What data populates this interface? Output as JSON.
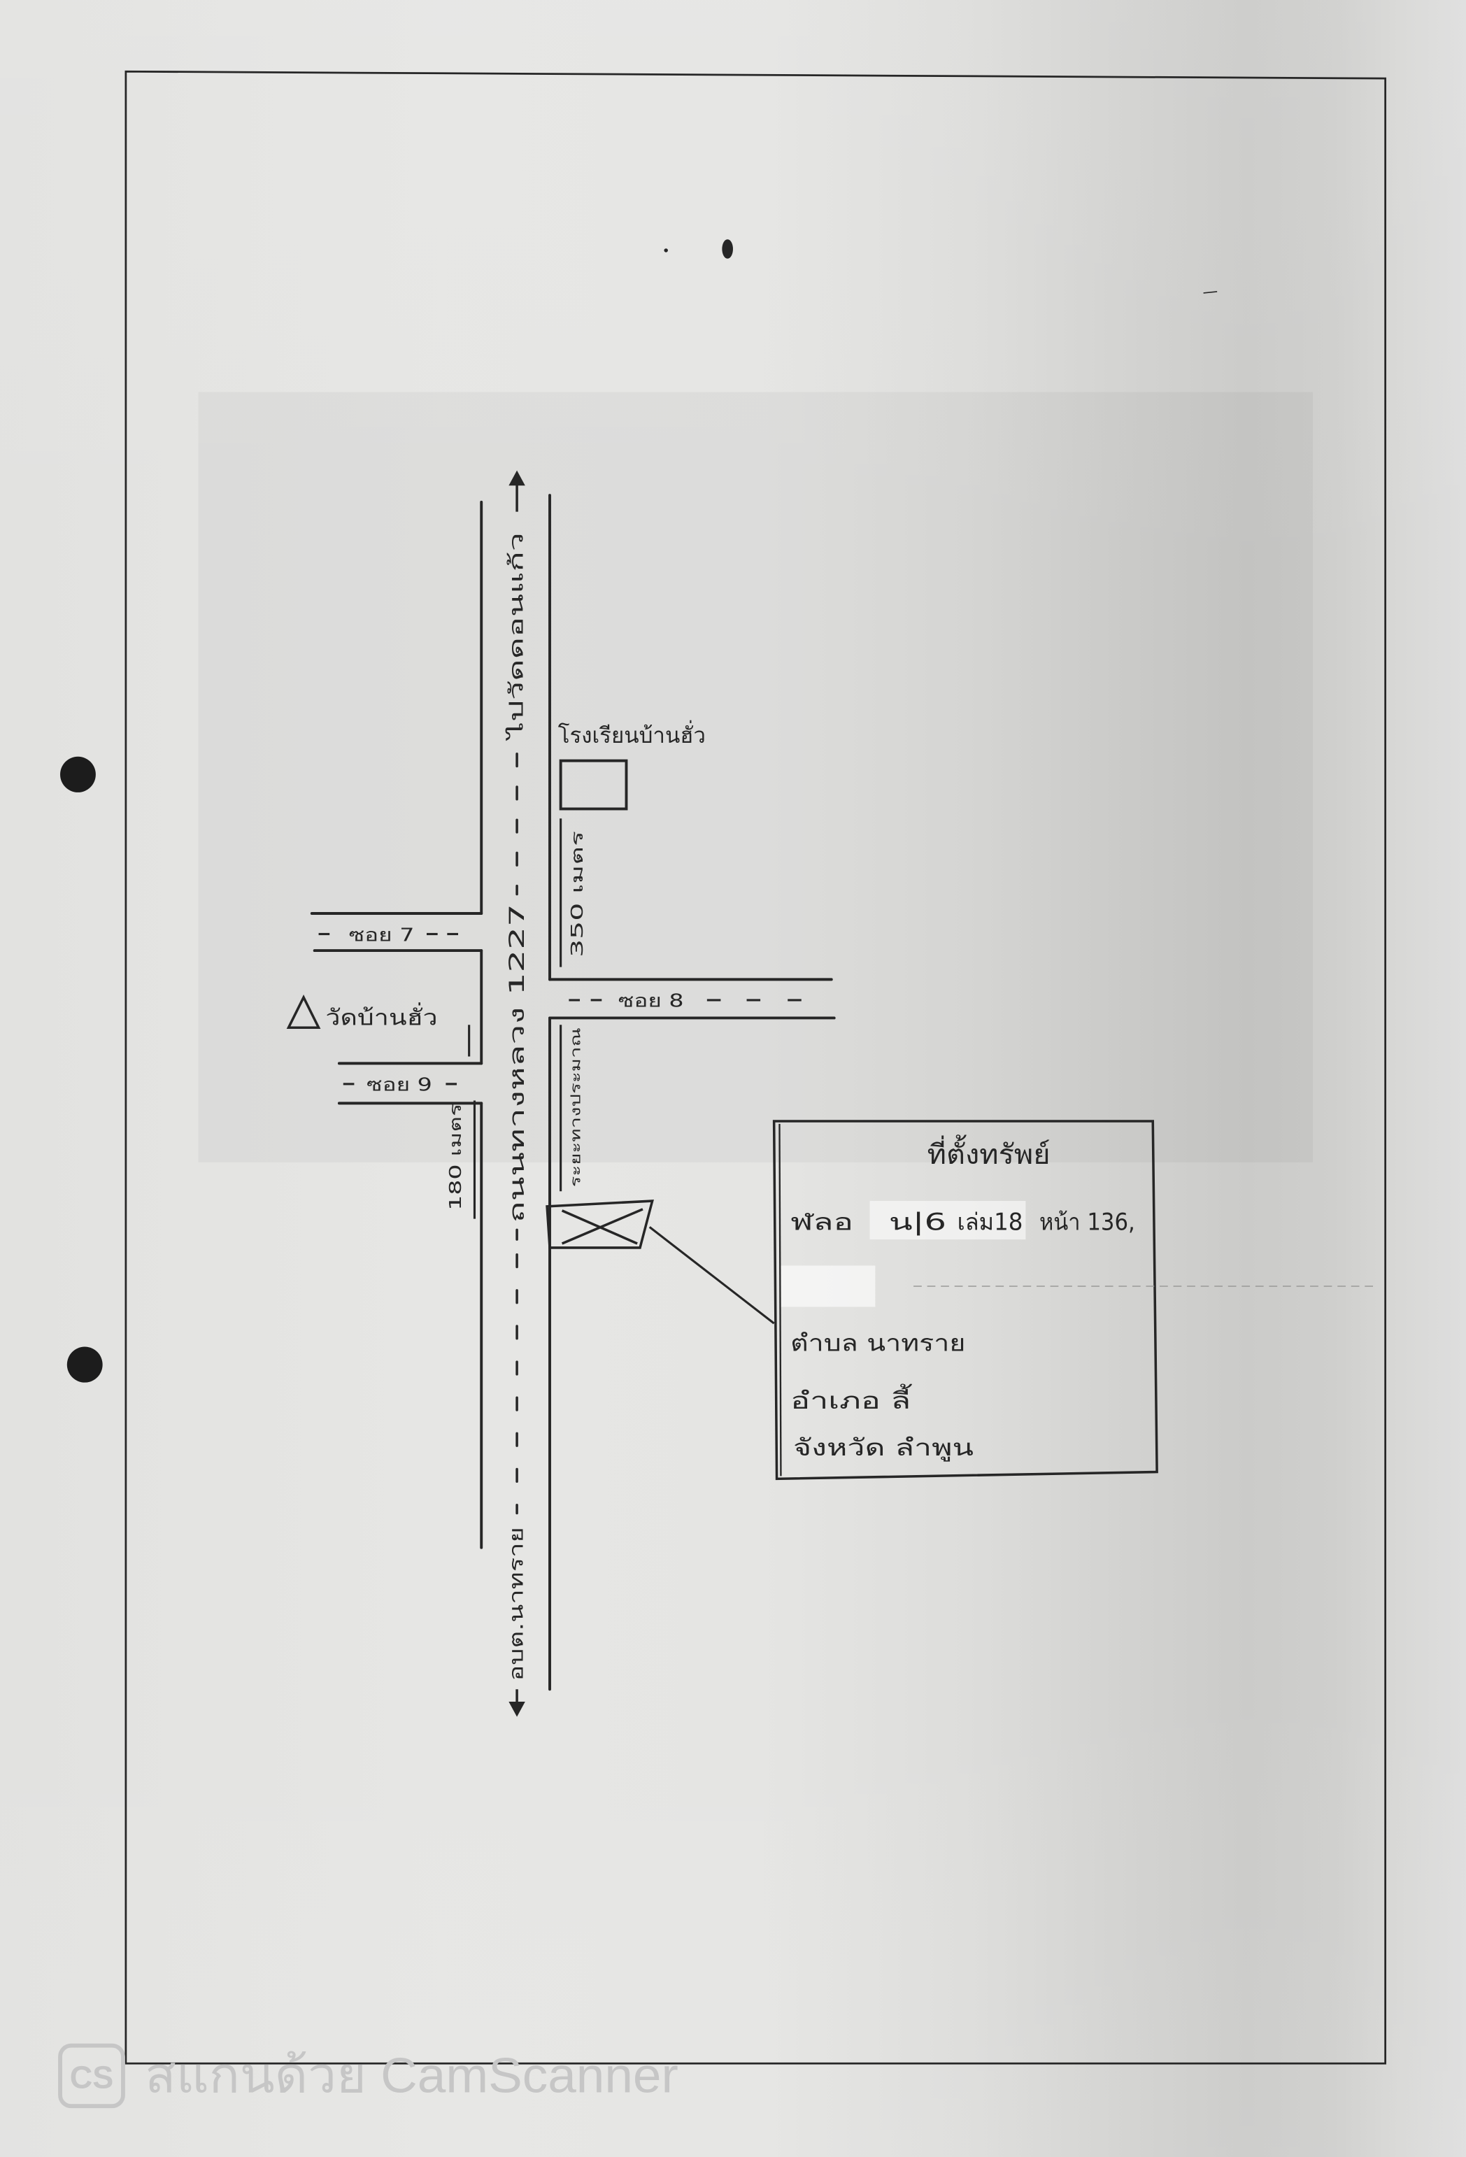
{
  "colors": {
    "ink": "#262626",
    "paper": "#e5e5e3",
    "watermark": "#c6c6c6",
    "punch_hole": "#1c1c1c"
  },
  "map": {
    "north_direction_label": "ไปวัดดอนแก้ว",
    "main_road_label": "ถนนทางหลวง 1227",
    "south_direction_label": "อบต.นาทราย",
    "school_label": "โรงเรียนบ้านฮั่ว",
    "school_distance_label": "350 เมตร",
    "soi_7_label": "ซอย 7",
    "soi_8_label": "ซอย 8",
    "soi_9_label": "ซอย 9",
    "temple_label": "วัดบ้านฮั่ว",
    "soi_9_distance_label": "180 เมตร",
    "property_distance_label": "ระยะทางประมาณ",
    "temple_marker_icon": "triangle-icon",
    "school_marker_icon": "square-building-icon",
    "property_marker_icon": "crossed-box-icon"
  },
  "property_box": {
    "title": "ที่ตั้งทรัพย์",
    "deed_prefix": "ฬลอ",
    "deed_number": "น|6",
    "deed_volume": "เล่ม18",
    "deed_page": "หน้า 136,",
    "subdistrict": "ตำบล นาทราย",
    "district": "อำเภอ ลี้",
    "province": "จังหวัด ลำพูน"
  },
  "watermark": {
    "logo_text": "CS",
    "text": "สแกนด้วย CamScanner"
  }
}
